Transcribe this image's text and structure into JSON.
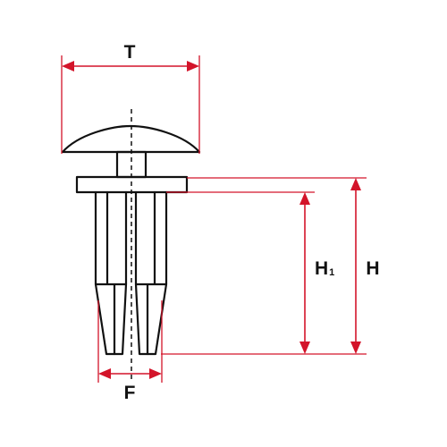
{
  "dimensions": {
    "T": "T",
    "H1_main": "H",
    "H1_sub": "1",
    "H": "H",
    "F": "F"
  },
  "colors": {
    "dimension_lines": "#d3142a",
    "outline": "#111111",
    "background": "#ffffff"
  }
}
